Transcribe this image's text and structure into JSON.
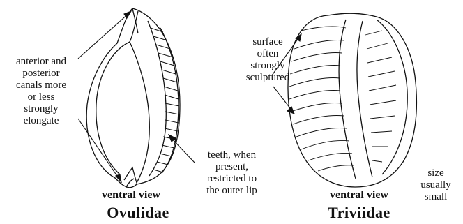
{
  "ovulidae": {
    "canals_note": "anterior and\nposterior\ncanals more\nor less\nstrongly\nelongate",
    "teeth_note": "teeth, when\npresent,\nrestricted to\nthe outer lip",
    "view_label": "ventral view",
    "family_name": "Ovulidae"
  },
  "triviidae": {
    "surface_note": "surface\noften\nstrongly\nsculptured",
    "view_label": "ventral view",
    "family_name": "Triviidae",
    "size_note": "size\nusually\nsmall"
  },
  "colors": {
    "ink": "#111111",
    "background": "#ffffff"
  }
}
